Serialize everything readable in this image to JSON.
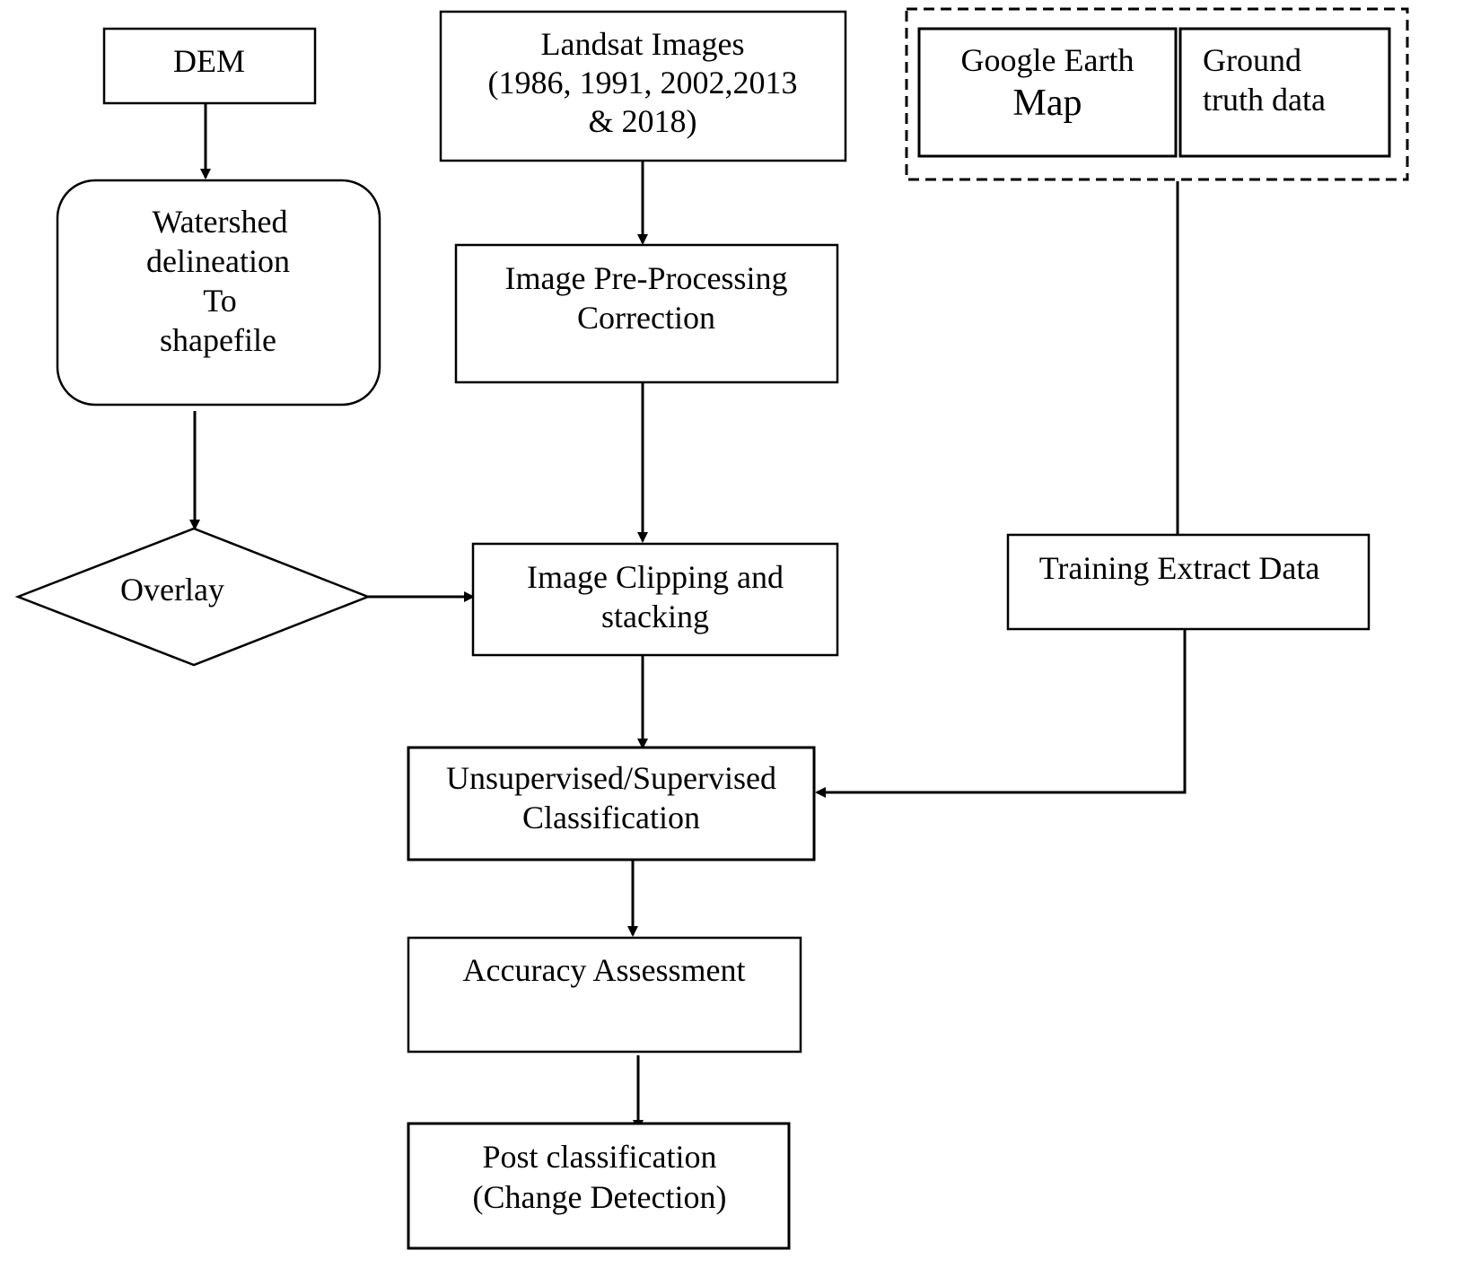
{
  "nodes": {
    "dem": {
      "label": "DEM"
    },
    "landsat": {
      "lines": [
        "Landsat Images",
        "(1986, 1991, 2002,2013",
        "& 2018)"
      ]
    },
    "google_earth": {
      "line1": "Google Earth",
      "line2": "Map"
    },
    "ground_truth": {
      "lines": [
        "Ground",
        "truth data"
      ]
    },
    "watershed": {
      "lines": [
        "Watershed",
        "delineation",
        "To",
        "shapefile"
      ]
    },
    "preprocessing": {
      "lines": [
        "Image Pre-Processing",
        "Correction"
      ]
    },
    "overlay": {
      "label": "Overlay"
    },
    "clipping": {
      "lines": [
        "Image Clipping and",
        "stacking"
      ]
    },
    "training": {
      "label": "Training Extract Data"
    },
    "classification": {
      "lines": [
        "Unsupervised/Supervised",
        "Classification"
      ]
    },
    "accuracy": {
      "label": "Accuracy Assessment"
    },
    "post": {
      "lines": [
        "Post classification",
        "(Change Detection)"
      ]
    }
  },
  "edges": [
    {
      "from": "dem",
      "to": "watershed"
    },
    {
      "from": "watershed",
      "to": "overlay"
    },
    {
      "from": "landsat",
      "to": "preprocessing"
    },
    {
      "from": "preprocessing",
      "to": "clipping"
    },
    {
      "from": "overlay",
      "to": "clipping"
    },
    {
      "from": "google_earth",
      "to": "training"
    },
    {
      "from": "clipping",
      "to": "classification"
    },
    {
      "from": "training",
      "to": "classification"
    },
    {
      "from": "classification",
      "to": "accuracy"
    },
    {
      "from": "accuracy",
      "to": "post"
    }
  ]
}
